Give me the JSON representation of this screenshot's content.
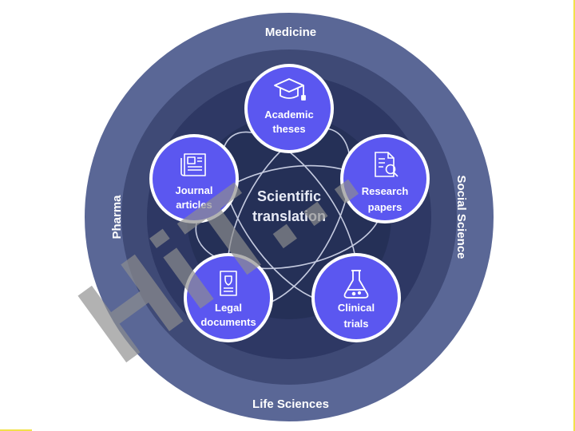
{
  "colors": {
    "outer_ring": "#5a6796",
    "middle_ring": "#3f4a76",
    "inner_disc": "#2e3864",
    "core_disc": "#253057",
    "node_fill": "#5b57f0",
    "node_border": "#ffffff",
    "text": "#ffffff",
    "watermark_gray": "#8f8f8f",
    "watermark_violet": "#c9bdf3",
    "watermark_yellow": "#f2e14a"
  },
  "ring_labels": {
    "top": "Medicine",
    "bottom": "Life Sciences",
    "left": "Pharma",
    "right": "Social Science"
  },
  "center": {
    "line1": "Scientific",
    "line2": "translation"
  },
  "nodes": [
    {
      "line1": "Academic",
      "line2": "theses",
      "icon": "graduation-cap-icon"
    },
    {
      "line1": "Research",
      "line2": "papers",
      "icon": "document-magnifier-icon"
    },
    {
      "line1": "Clinical",
      "line2": "trials",
      "icon": "flask-icon"
    },
    {
      "line1": "Legal",
      "line2": "documents",
      "icon": "certificate-icon"
    },
    {
      "line1": "Journal",
      "line2": "articles",
      "icon": "newspaper-icon"
    }
  ],
  "watermark": {
    "text": "HiT..."
  }
}
